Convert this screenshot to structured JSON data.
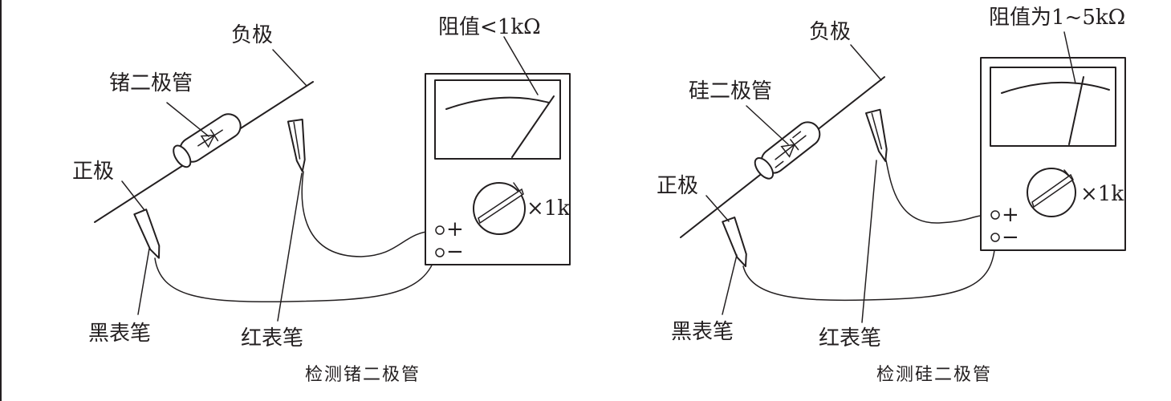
{
  "left": {
    "negative_label": "负极",
    "diode_label": "锗二极管",
    "positive_label": "正极",
    "reading_label": "阻值<1kΩ",
    "range_label": "×1k",
    "plus_label": "+",
    "minus_label": "−",
    "black_probe_label": "黑表笔",
    "red_probe_label": "红表笔",
    "caption": "检测锗二极管"
  },
  "right": {
    "negative_label": "负极",
    "diode_label": "硅二极管",
    "positive_label": "正极",
    "reading_label": "阻值为1~5kΩ",
    "range_label": "×1k",
    "plus_label": "+",
    "minus_label": "−",
    "black_probe_label": "黑表笔",
    "red_probe_label": "红表笔",
    "caption": "检测硅二极管"
  },
  "colors": {
    "ink": "#231f20",
    "background": "#ffffff"
  }
}
